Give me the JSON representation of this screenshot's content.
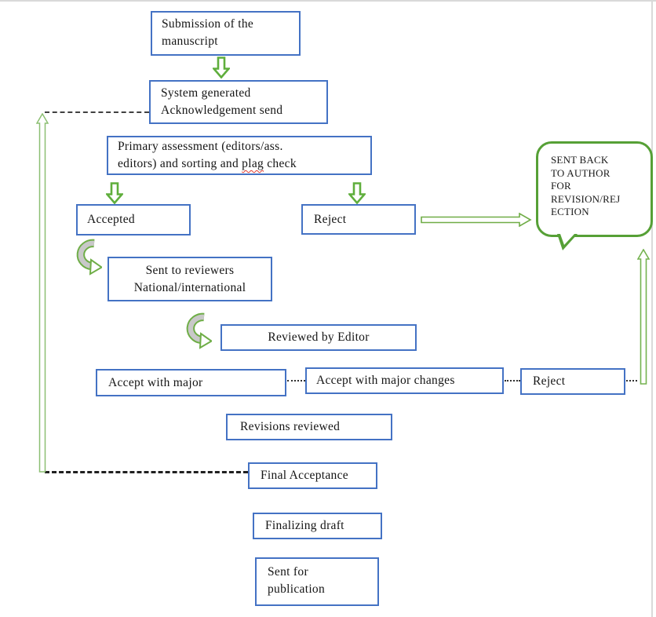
{
  "diagram_title": "Manuscript submission and review process flowchart",
  "colors": {
    "box_border_blue": "#4472C4",
    "arrow_green": "#5FAE3C",
    "arrow_green_light": "#8CBF72",
    "bubble_green": "#56A036",
    "curl_body_gray": "#C8C8C8",
    "dash_black": "#202020",
    "squiggle_red": "#E03C31",
    "page_edge_gray": "#d9d9d9"
  },
  "boxes": {
    "submission": {
      "text": "Submission of the\nmanuscript"
    },
    "acknowledgement": {
      "text": "System generated\nAcknowledgement send"
    },
    "primary": {
      "line1": "Primary assessment (editors/ass.",
      "line2_pre": "editors) and sorting and ",
      "flagged_word": "plag",
      "line2_post": " check"
    },
    "accepted": {
      "text": "Accepted"
    },
    "reject_initial": {
      "text": "Reject"
    },
    "reviewers": {
      "text": "Sent to reviewers\nNational/international"
    },
    "reviewed_by_editor": {
      "text": "Reviewed by Editor"
    },
    "accept_with_major": {
      "text": "Accept with major"
    },
    "accept_with_major_changes": {
      "text": "Accept with major changes"
    },
    "reject_final": {
      "text": "Reject"
    },
    "revisions_reviewed": {
      "text": "Revisions reviewed"
    },
    "final_acceptance": {
      "text": "Final Acceptance"
    },
    "finalizing_draft": {
      "text": "Finalizing draft"
    },
    "sent_for_publication": {
      "text": "Sent for\npublication"
    }
  },
  "bubble": {
    "text": "SENT BACK\nTO AUTHOR\nFOR\nREVISION/REJ\nECTION"
  }
}
